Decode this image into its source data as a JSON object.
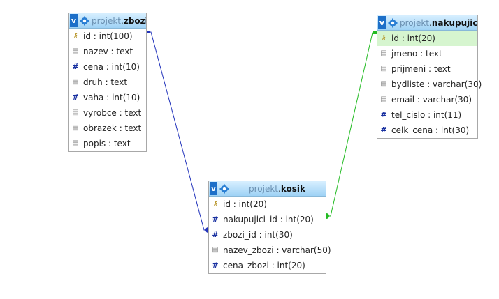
{
  "tables": [
    {
      "id": "zbozi",
      "db": "projekt",
      "name": "zbozi",
      "toggle": "v",
      "columns": [
        {
          "label": "id : int(100)",
          "icon": "key-icon",
          "active": false
        },
        {
          "label": "nazev : text",
          "icon": "text-column-icon",
          "active": false
        },
        {
          "label": "cena : int(10)",
          "icon": "numeric-column-icon",
          "active": false
        },
        {
          "label": "druh : text",
          "icon": "text-column-icon",
          "active": false
        },
        {
          "label": "vaha : int(10)",
          "icon": "numeric-column-icon",
          "active": false
        },
        {
          "label": "vyrobce : text",
          "icon": "text-column-icon",
          "active": false
        },
        {
          "label": "obrazek : text",
          "icon": "text-column-icon",
          "active": false
        },
        {
          "label": "popis : text",
          "icon": "text-column-icon",
          "active": false
        }
      ]
    },
    {
      "id": "nakupujici",
      "db": "projekt",
      "name": "nakupujici",
      "toggle": "v",
      "columns": [
        {
          "label": "id : int(20)",
          "icon": "key-icon",
          "active": true
        },
        {
          "label": "jmeno : text",
          "icon": "text-column-icon",
          "active": false
        },
        {
          "label": "prijmeni : text",
          "icon": "text-column-icon",
          "active": false
        },
        {
          "label": "bydliste : varchar(30)",
          "icon": "text-column-icon",
          "active": false
        },
        {
          "label": "email : varchar(30)",
          "icon": "text-column-icon",
          "active": false
        },
        {
          "label": "tel_cislo : int(11)",
          "icon": "numeric-column-icon",
          "active": false
        },
        {
          "label": "celk_cena : int(30)",
          "icon": "numeric-column-icon",
          "active": false
        }
      ]
    },
    {
      "id": "kosik",
      "db": "projekt",
      "name": "kosik",
      "toggle": "v",
      "columns": [
        {
          "label": "id : int(20)",
          "icon": "key-icon",
          "active": false
        },
        {
          "label": "nakupujici_id : int(20)",
          "icon": "numeric-column-icon",
          "active": false
        },
        {
          "label": "zbozi_id : int(30)",
          "icon": "numeric-column-icon",
          "active": false
        },
        {
          "label": "nazev_zbozi : varchar(50)",
          "icon": "text-column-icon",
          "active": false
        },
        {
          "label": "cena_zbozi : int(20)",
          "icon": "numeric-column-icon",
          "active": false
        }
      ]
    }
  ],
  "relations": [
    {
      "from_table": "kosik",
      "from_column": "zbozi_id : int(30)",
      "to_table": "zbozi",
      "to_column": "id : int(100)",
      "color": "#2233bb"
    },
    {
      "from_table": "kosik",
      "from_column": "nakupujici_id : int(20)",
      "to_table": "nakupujici",
      "to_column": "id : int(20)",
      "color": "#22bb22"
    }
  ],
  "colors": {
    "header_top": "#d7efff",
    "header_bottom": "#9fd2f5",
    "active_row": "#d6f5cf",
    "toggle": "#1d6fc8"
  }
}
